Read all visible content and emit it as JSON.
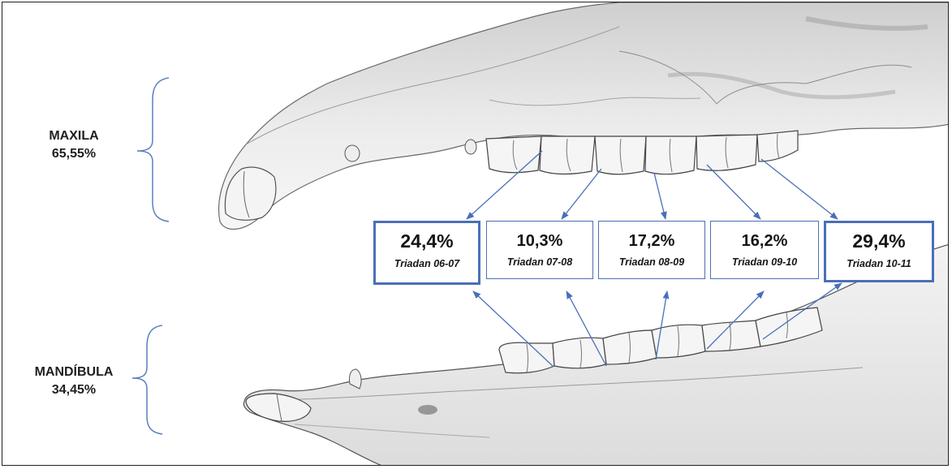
{
  "jaws": {
    "upper": {
      "name": "MAXILA",
      "percent": "65,55%"
    },
    "lower": {
      "name": "MANDÍBULA",
      "percent": "34,45%"
    }
  },
  "segments": [
    {
      "percent": "24,4%",
      "label": "Triadan 06-07",
      "highlight": true
    },
    {
      "percent": "10,3%",
      "label": "Triadan 07-08",
      "highlight": false
    },
    {
      "percent": "17,2%",
      "label": "Triadan 08-09",
      "highlight": false
    },
    {
      "percent": "16,2%",
      "label": "Triadan 09-10",
      "highlight": false
    },
    {
      "percent": "29,4%",
      "label": "Triadan 10-11",
      "highlight": true
    }
  ],
  "colors": {
    "accent": "#4a6fb8",
    "bone_fill": "#f1f1f1",
    "bone_shadow": "#b9b9b9",
    "text": "#151515"
  }
}
